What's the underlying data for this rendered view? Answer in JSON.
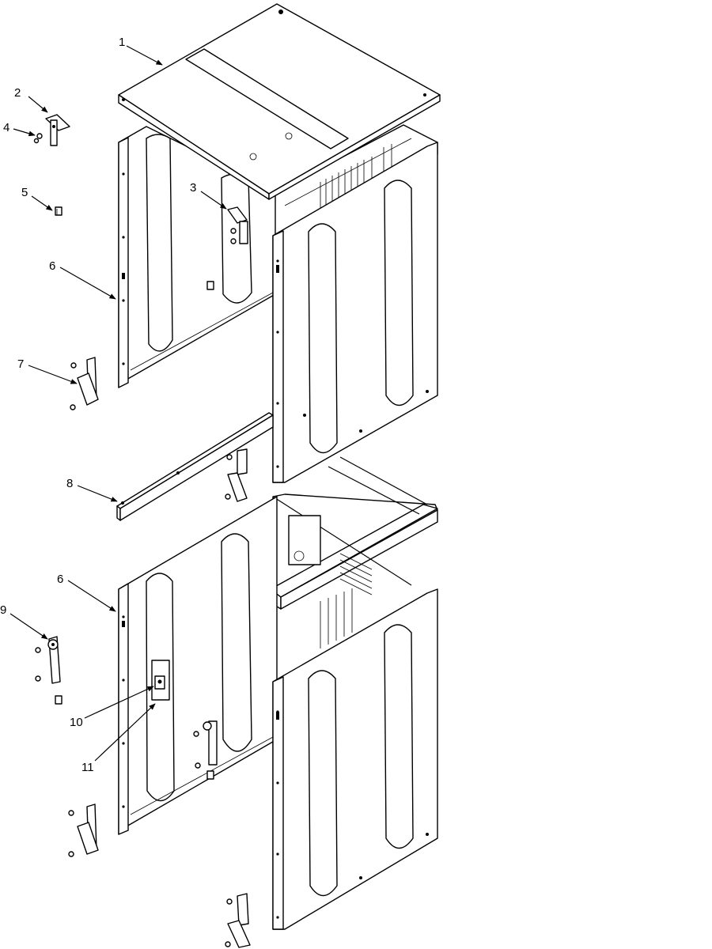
{
  "callouts": {
    "c1": "1",
    "c2": "2",
    "c3": "3",
    "c4": "4",
    "c5": "5",
    "c6a": "6",
    "c6b": "6",
    "c7": "7",
    "c8": "8",
    "c9": "9",
    "c10": "10",
    "c11": "11"
  }
}
